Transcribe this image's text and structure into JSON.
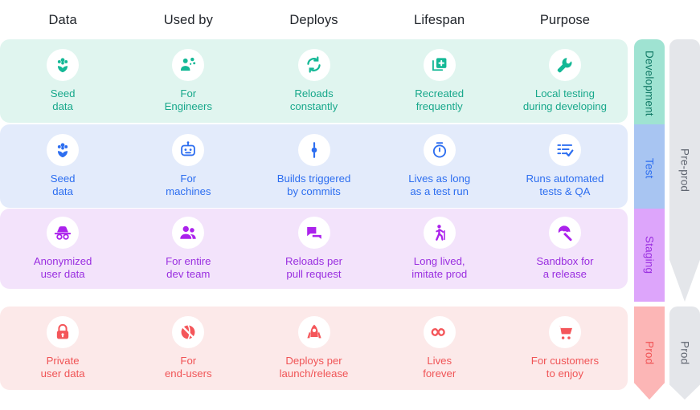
{
  "headers": {
    "columns": [
      {
        "label": "Data"
      },
      {
        "label": "Used by"
      },
      {
        "label": "Deploys"
      },
      {
        "label": "Lifespan"
      },
      {
        "label": "Purpose"
      }
    ]
  },
  "rows": [
    {
      "id": "development",
      "stage_label": "Development",
      "accent": "#18a88b",
      "background": "#e0f5ef",
      "chevron_color": "#9fe3d2",
      "cells": [
        {
          "icon": "seed-flower-icon",
          "text": "Seed\ndata"
        },
        {
          "icon": "engineer-gear-icon",
          "text": "For\nEngineers"
        },
        {
          "icon": "reload-sync-icon",
          "text": "Reloads\nconstantly"
        },
        {
          "icon": "duplicate-plus-icon",
          "text": "Recreated\nfrequently"
        },
        {
          "icon": "wrench-icon",
          "text": "Local testing\nduring developing"
        }
      ]
    },
    {
      "id": "test",
      "stage_label": "Test",
      "accent": "#2d6ef0",
      "background": "#e3ebfb",
      "chevron_color": "#a8c5f2",
      "cells": [
        {
          "icon": "seed-flower-icon",
          "text": "Seed\ndata"
        },
        {
          "icon": "robot-icon",
          "text": "For\nmachines"
        },
        {
          "icon": "commit-icon",
          "text": "Builds triggered\nby commits"
        },
        {
          "icon": "stopwatch-icon",
          "text": "Lives as long\nas a test run"
        },
        {
          "icon": "checklist-icon",
          "text": "Runs automated\ntests & QA"
        }
      ]
    },
    {
      "id": "staging",
      "stage_label": "Staging",
      "accent": "#9a2fe0",
      "background": "#f3e3fb",
      "chevron_color": "#dda5fb",
      "cells": [
        {
          "icon": "incognito-icon",
          "text": "Anonymized\nuser data"
        },
        {
          "icon": "people-group-icon",
          "text": "For entire\ndev team"
        },
        {
          "icon": "comment-bubbles-icon",
          "text": "Reloads per\npull request"
        },
        {
          "icon": "walking-person-icon",
          "text": "Long lived,\nimitate prod"
        },
        {
          "icon": "beach-umbrella-icon",
          "text": "Sandbox for\na release"
        }
      ]
    },
    {
      "id": "prod",
      "stage_label": "Prod",
      "accent": "#f05456",
      "background": "#fce9e9",
      "chevron_color": "#fcb6b6",
      "cells": [
        {
          "icon": "lock-icon",
          "text": "Private\nuser data"
        },
        {
          "icon": "globe-slash-icon",
          "text": "For\nend-users"
        },
        {
          "icon": "rocket-icon",
          "text": "Deploys per\nlaunch/release"
        },
        {
          "icon": "infinity-icon",
          "text": "Lives\nforever"
        },
        {
          "icon": "shopping-cart-icon",
          "text": "For customers\nto enjoy"
        }
      ]
    }
  ],
  "environment_groups": [
    {
      "id": "pre-prod",
      "label": "Pre-prod",
      "color": "#e4e6ea"
    },
    {
      "id": "prod",
      "label": "Prod",
      "color": "#e4e6ea"
    }
  ]
}
